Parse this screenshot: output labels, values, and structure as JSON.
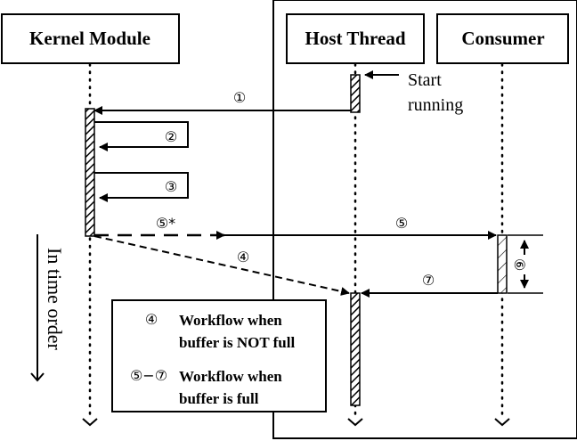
{
  "participants": {
    "kernel": "Kernel Module",
    "host": "Host Thread",
    "consumer": "Consumer"
  },
  "annotations": {
    "start_running_line1": "Start",
    "start_running_line2": "running",
    "time_order": "In time order"
  },
  "messages": {
    "m1": "①",
    "m2": "②",
    "m3": "③",
    "m4": "④",
    "m5": "⑤",
    "m5_star": "⑤*",
    "m6": "⑥",
    "m7": "⑦"
  },
  "legend": {
    "item1_key": "④",
    "item1_line1": "Workflow when",
    "item1_line2": "buffer is NOT full",
    "item2_key": "⑤−⑦",
    "item2_line1": "Workflow when",
    "item2_line2": "buffer is full"
  }
}
